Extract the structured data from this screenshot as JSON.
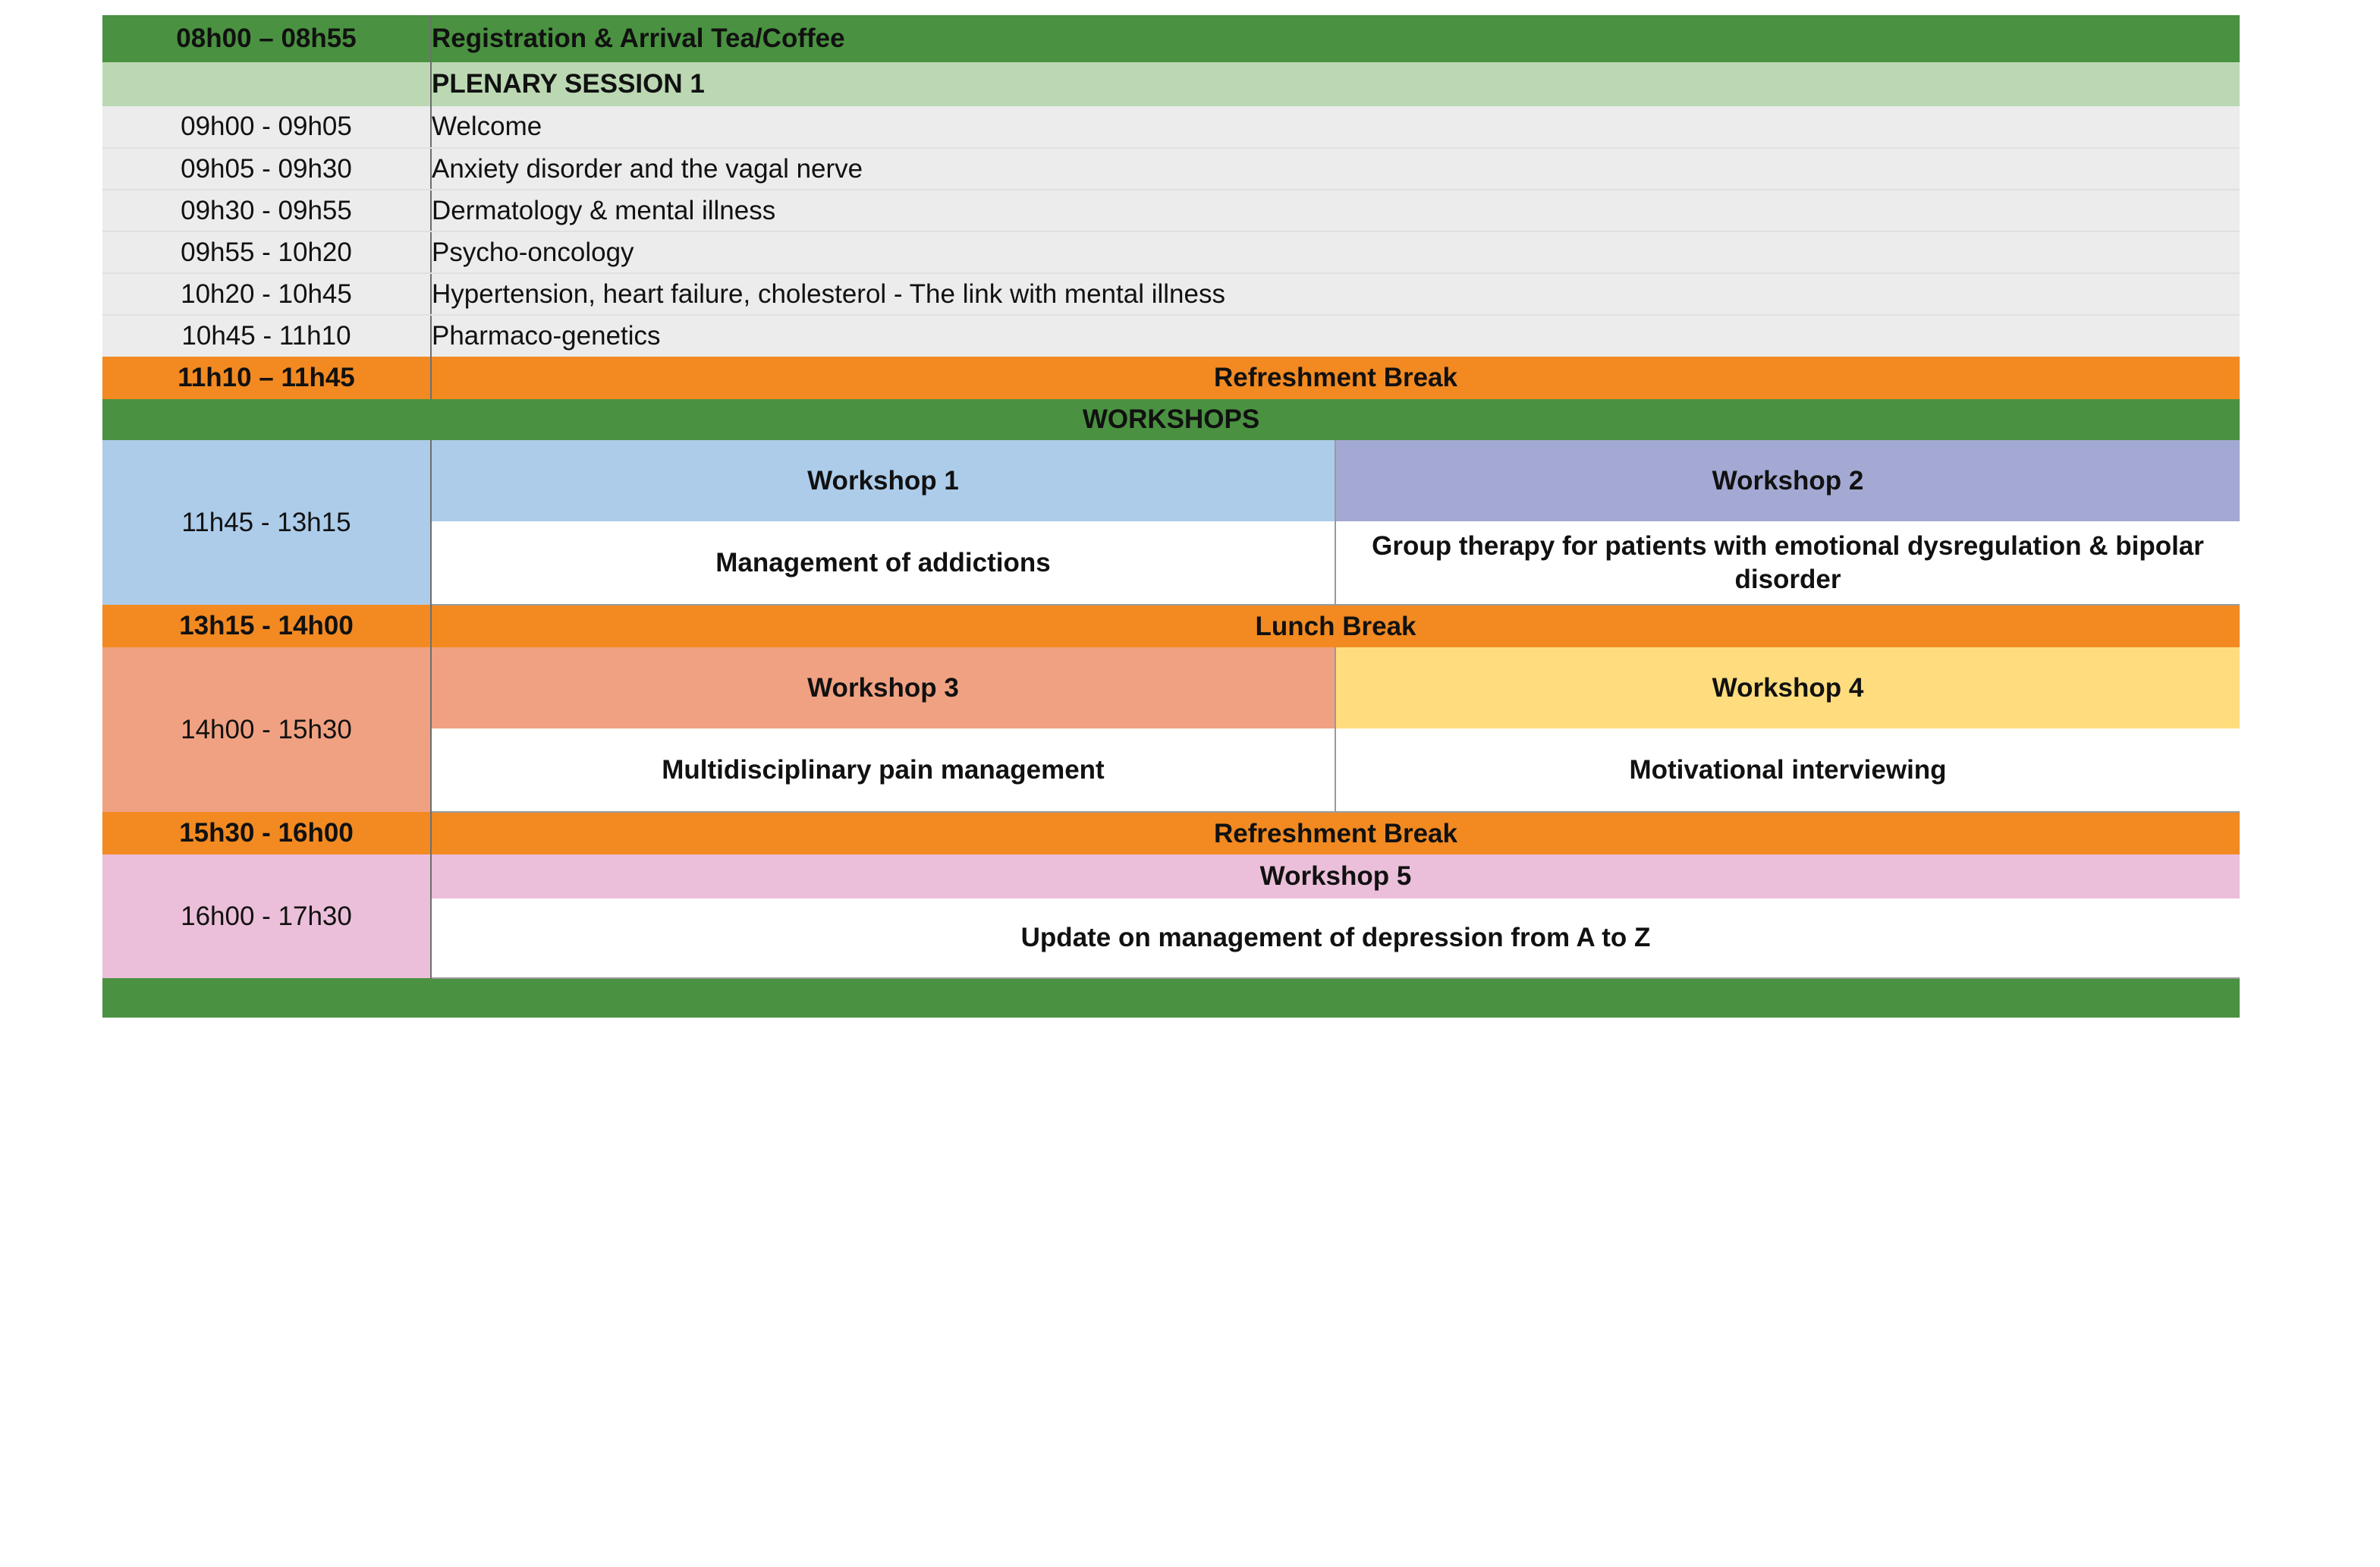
{
  "colors": {
    "green": "#4A9241",
    "light_green": "#BBD8B3",
    "grey": "#ECECEC",
    "orange": "#F28A21",
    "blue": "#ACCCEA",
    "purple": "#A3A9D3",
    "salmon": "#F0A182",
    "yellow": "#FFDD7E",
    "pink": "#EBBFD9",
    "white": "#FFFFFF"
  },
  "schedule": {
    "registration": {
      "time": "08h00 – 08h55",
      "label": "Registration & Arrival Tea/Coffee"
    },
    "plenary_header": {
      "time": "",
      "label": "PLENARY SESSION 1"
    },
    "plenary_items": [
      {
        "time": "09h00 - 09h05",
        "label": "Welcome"
      },
      {
        "time": "09h05 - 09h30",
        "label": "Anxiety disorder and the vagal nerve"
      },
      {
        "time": "09h30 - 09h55",
        "label": "Dermatology & mental illness"
      },
      {
        "time": "09h55 - 10h20",
        "label": "Psycho-oncology"
      },
      {
        "time": "10h20 - 10h45",
        "label": "Hypertension, heart failure, cholesterol - The link with mental illness"
      },
      {
        "time": "10h45 - 11h10",
        "label": "Pharmaco-genetics"
      }
    ],
    "break_morning": {
      "time": "11h10 – 11h45",
      "label": "Refreshment Break"
    },
    "workshops_band": {
      "label": "WORKSHOPS"
    },
    "workshop_block_1": {
      "time": "11h45 - 13h15",
      "left": {
        "title": "Workshop 1",
        "description": "Management of addictions"
      },
      "right": {
        "title": "Workshop 2",
        "description": "Group therapy for patients with emotional dysregulation & bipolar disorder"
      }
    },
    "break_lunch": {
      "time": "13h15 - 14h00",
      "label": "Lunch Break"
    },
    "workshop_block_2": {
      "time": "14h00 - 15h30",
      "left": {
        "title": "Workshop 3",
        "description": "Multidisciplinary pain management"
      },
      "right": {
        "title": "Workshop 4",
        "description": "Motivational interviewing"
      }
    },
    "break_afternoon": {
      "time": "15h30 - 16h00",
      "label": "Refreshment Break"
    },
    "workshop_block_3": {
      "time": "16h00 - 17h30",
      "full": {
        "title": "Workshop 5",
        "description": "Update on management of depression from A to Z"
      }
    },
    "footer_band": {
      "label": ""
    }
  }
}
